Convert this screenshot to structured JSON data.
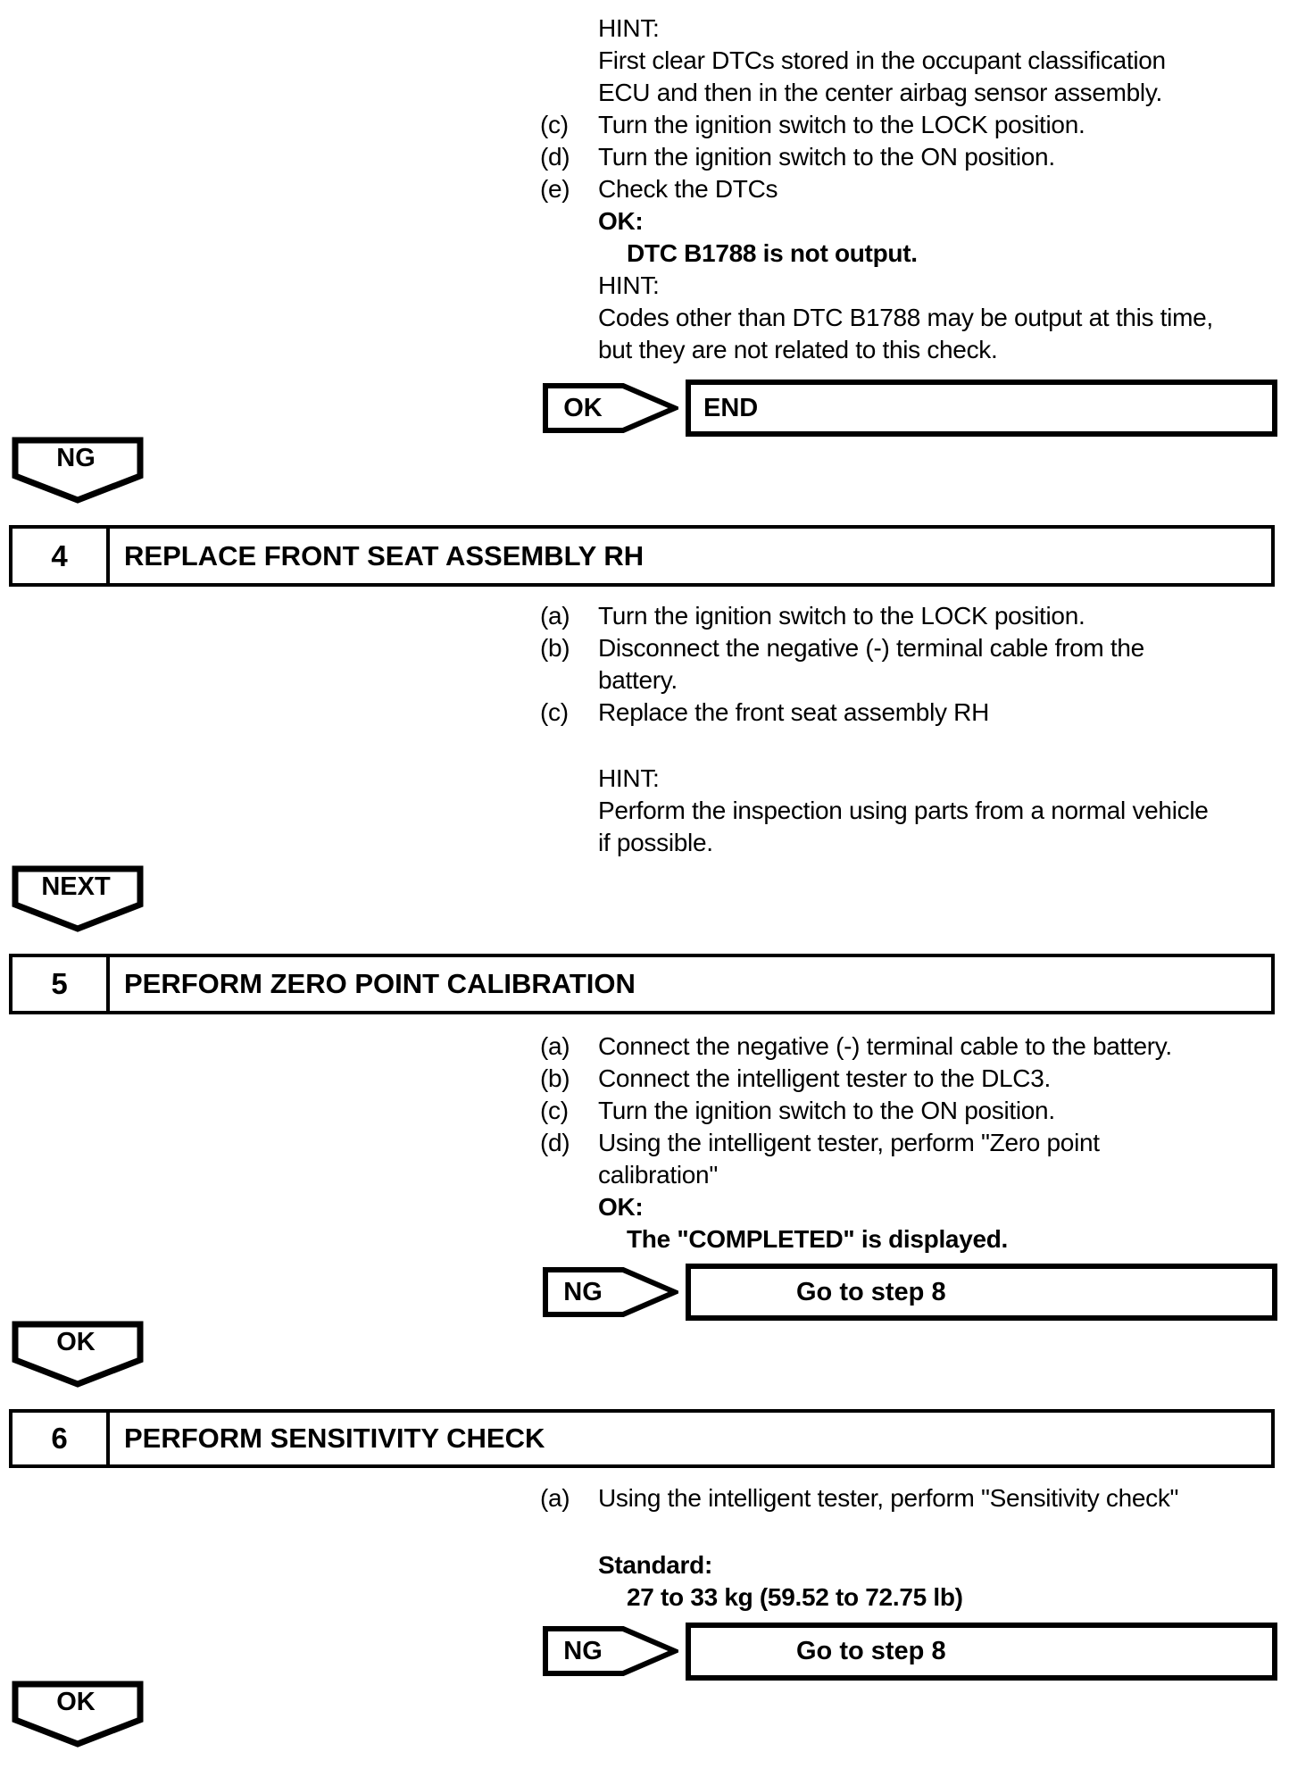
{
  "intro": {
    "hint_label": "HINT:",
    "hint_lines": [
      "First clear DTCs stored in the occupant classification",
      "ECU and then in the center airbag sensor assembly."
    ],
    "items": [
      {
        "label": "(c)",
        "text": "Turn the ignition switch to the LOCK position."
      },
      {
        "label": "(d)",
        "text": "Turn the ignition switch to the ON position."
      },
      {
        "label": "(e)",
        "text": "Check the DTCs"
      }
    ],
    "ok_label": "OK:",
    "ok_result": "DTC B1788 is not output.",
    "hint2_label": "HINT:",
    "hint2_lines": [
      "Codes other than DTC B1788 may be output at this time,",
      "but they are not related to this check."
    ]
  },
  "connector_end": {
    "badge": "OK",
    "target": "END"
  },
  "ng_tab": {
    "label": "NG"
  },
  "step4": {
    "number": "4",
    "title": "REPLACE FRONT SEAT ASSEMBLY RH",
    "items": [
      {
        "label": "(a)",
        "text": "Turn the ignition switch to the LOCK position."
      },
      {
        "label": "(b)",
        "text": "Disconnect the negative (-) terminal cable from the"
      },
      {
        "label": "",
        "text": "battery."
      },
      {
        "label": "(c)",
        "text": "Replace the front seat assembly RH"
      }
    ],
    "hint_label": "HINT:",
    "hint_lines": [
      "Perform the inspection using parts from a normal vehicle",
      "if possible."
    ]
  },
  "next_tab": {
    "label": "NEXT"
  },
  "step5": {
    "number": "5",
    "title": "PERFORM ZERO POINT CALIBRATION",
    "items": [
      {
        "label": "(a)",
        "text": "Connect the negative (-) terminal cable to the battery."
      },
      {
        "label": "(b)",
        "text": "Connect the intelligent tester to the DLC3."
      },
      {
        "label": "(c)",
        "text": "Turn the ignition switch to the ON position."
      },
      {
        "label": "(d)",
        "text": "Using the intelligent tester, perform \"Zero point"
      },
      {
        "label": "",
        "text": "calibration\""
      }
    ],
    "ok_label": "OK:",
    "ok_result": "The \"COMPLETED\" is displayed."
  },
  "connector_ng5": {
    "badge": "NG",
    "target": "Go to step 8"
  },
  "ok_tab": {
    "label": "OK"
  },
  "step6": {
    "number": "6",
    "title": "PERFORM SENSITIVITY CHECK",
    "items": [
      {
        "label": "(a)",
        "text": "Using the intelligent tester, perform \"Sensitivity check\""
      }
    ],
    "standard_label": "Standard:",
    "standard_value": "27 to 33 kg (59.52 to 72.75 lb)"
  },
  "connector_ng6": {
    "badge": "NG",
    "target": "Go to step 8"
  },
  "ok_tab_bottom": {
    "label": "OK"
  }
}
